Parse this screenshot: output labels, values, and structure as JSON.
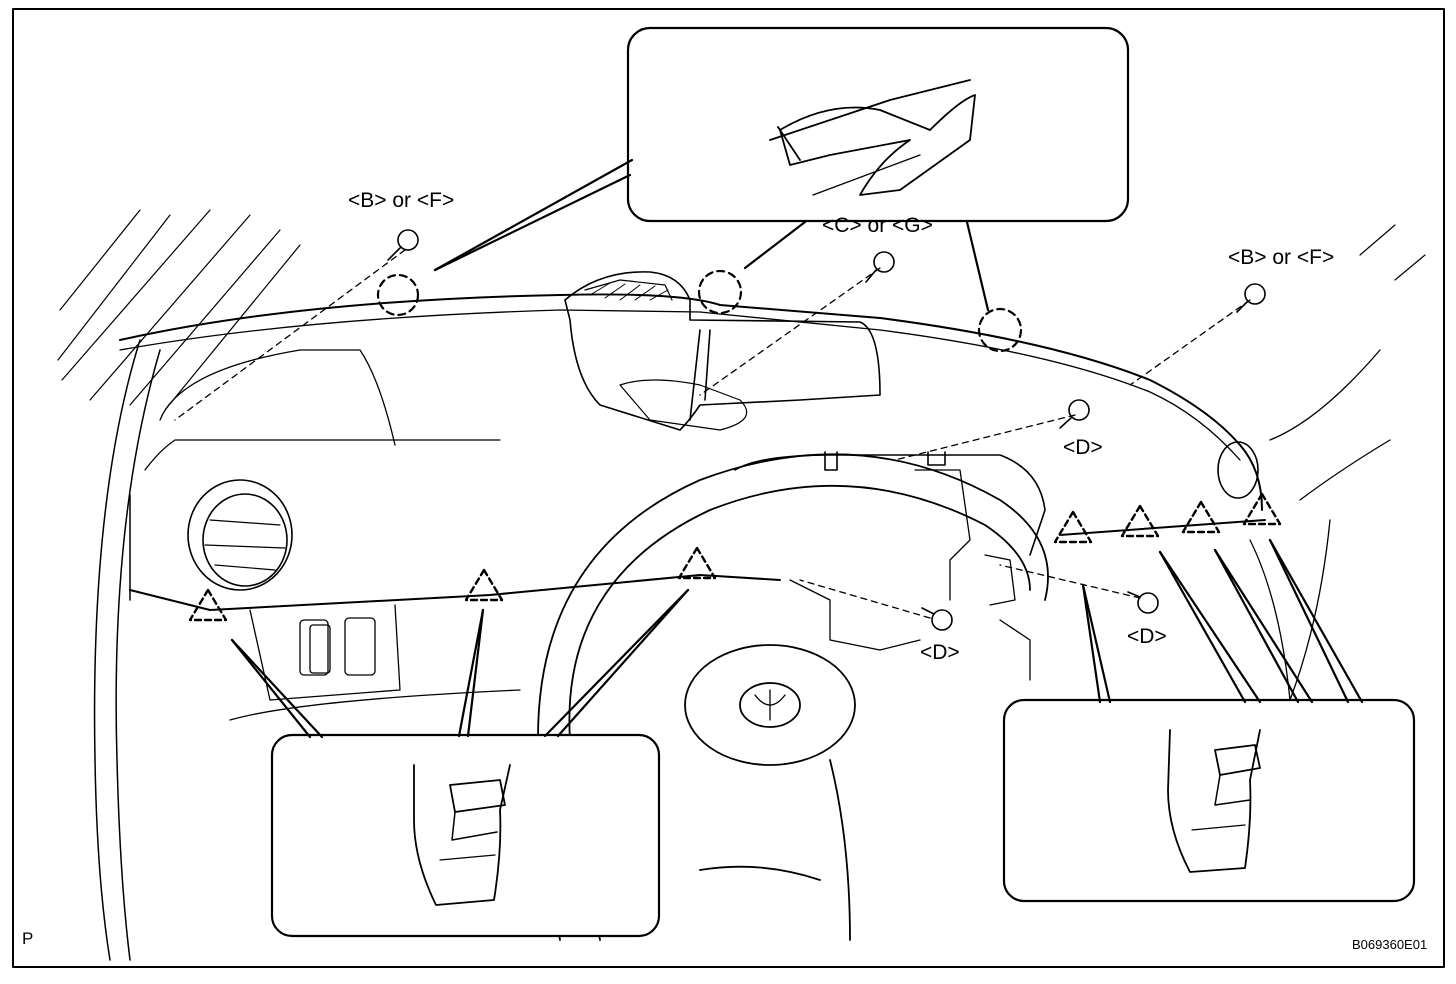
{
  "labels": {
    "b_or_f_left": "<B> or <F>",
    "c_or_g": "<C> or <G>",
    "b_or_f_right": "<B> or <F>",
    "d_upper": "<D>",
    "d_center": "<D>",
    "d_right": "<D>"
  },
  "corner_mark": "P",
  "figure_code": "B069360E01",
  "colors": {
    "line": "#000000",
    "background": "#ffffff"
  }
}
